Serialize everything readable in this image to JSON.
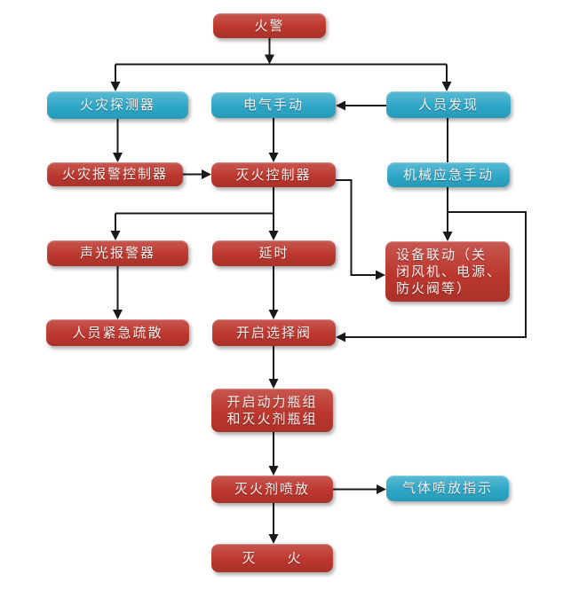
{
  "diagram": {
    "background": "#ffffff",
    "colors": {
      "node_red": "#bc372e",
      "node_blue": "#2ca7c7",
      "connector": "#1a1a1a",
      "label_text": "#f7f0ef"
    },
    "nodes": {
      "fire_alarm": {
        "label": "火警",
        "color": "red"
      },
      "fire_detector": {
        "label": "火灾探测器",
        "color": "blue"
      },
      "electric_manual": {
        "label": "电气手动",
        "color": "blue"
      },
      "person_found": {
        "label": "人员发现",
        "color": "blue"
      },
      "alarm_controller": {
        "label": "火灾报警控制器",
        "color": "red"
      },
      "ext_controller": {
        "label": "灭火控制器",
        "color": "red"
      },
      "mech_manual": {
        "label": "机械应急手动",
        "color": "blue"
      },
      "sound_light_alarm": {
        "label": "声光报警器",
        "color": "red"
      },
      "delay": {
        "label": "延时",
        "color": "red"
      },
      "equipment_linkage": {
        "label": "设备联动（关\n闭风机、电源、\n防火阀等）",
        "color": "red"
      },
      "evacuation": {
        "label": "人员紧急疏散",
        "color": "red"
      },
      "selector_valve": {
        "label": "开启选择阀",
        "color": "red"
      },
      "cylinder_group": {
        "label": "开启动力瓶组\n和灭火剂瓶组",
        "color": "red"
      },
      "agent_discharge": {
        "label": "灭火剂喷放",
        "color": "red"
      },
      "gas_indicator": {
        "label": "气体喷放指示",
        "color": "blue"
      },
      "extinguish": {
        "label": "灭　　火",
        "color": "red"
      }
    },
    "edges": [
      {
        "from": "fire_alarm",
        "to": "fire_detector"
      },
      {
        "from": "fire_alarm",
        "to": "person_found"
      },
      {
        "from": "person_found",
        "to": "electric_manual"
      },
      {
        "from": "fire_detector",
        "to": "alarm_controller"
      },
      {
        "from": "electric_manual",
        "to": "ext_controller"
      },
      {
        "from": "alarm_controller",
        "to": "ext_controller"
      },
      {
        "from": "person_found",
        "to": "mech_manual"
      },
      {
        "from": "mech_manual",
        "to": "equipment_linkage"
      },
      {
        "from": "mech_manual",
        "to": "selector_valve"
      },
      {
        "from": "ext_controller",
        "to": "equipment_linkage"
      },
      {
        "from": "ext_controller",
        "to": "sound_light_alarm"
      },
      {
        "from": "ext_controller",
        "to": "delay"
      },
      {
        "from": "sound_light_alarm",
        "to": "evacuation"
      },
      {
        "from": "delay",
        "to": "selector_valve"
      },
      {
        "from": "selector_valve",
        "to": "cylinder_group"
      },
      {
        "from": "cylinder_group",
        "to": "agent_discharge"
      },
      {
        "from": "agent_discharge",
        "to": "gas_indicator"
      },
      {
        "from": "agent_discharge",
        "to": "extinguish"
      }
    ]
  }
}
